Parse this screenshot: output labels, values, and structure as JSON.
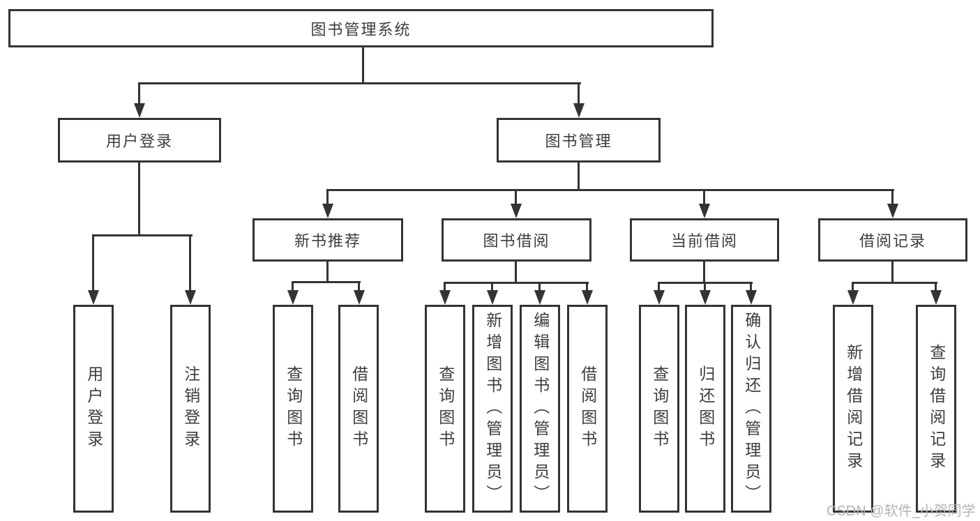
{
  "colors": {
    "line": "#333333",
    "text": "#3d3d3d",
    "box_background": "#ffffff",
    "watermark": "#b3b3b3"
  },
  "root": {
    "label": "图书管理系统"
  },
  "branches": [
    {
      "label": "用户登录",
      "leaves": [
        {
          "label": "用户登录"
        },
        {
          "label": "注销登录"
        }
      ]
    },
    {
      "label": "图书管理",
      "modules": [
        {
          "label": "新书推荐",
          "leaves": [
            {
              "label": "查询图书"
            },
            {
              "label": "借阅图书"
            }
          ]
        },
        {
          "label": "图书借阅",
          "leaves": [
            {
              "label": "查询图书"
            },
            {
              "label": "新增图书（管理员）"
            },
            {
              "label": "编辑图书（管理员）"
            },
            {
              "label": "借阅图书"
            }
          ]
        },
        {
          "label": "当前借阅",
          "leaves": [
            {
              "label": "查询图书"
            },
            {
              "label": "归还图书"
            },
            {
              "label": "确认归还（管理员）"
            }
          ]
        },
        {
          "label": "借阅记录",
          "leaves": [
            {
              "label": "新增借阅记录"
            },
            {
              "label": "查询借阅记录"
            }
          ]
        }
      ]
    }
  ],
  "watermark": {
    "text": "CSDN @软件_小贺同学"
  }
}
